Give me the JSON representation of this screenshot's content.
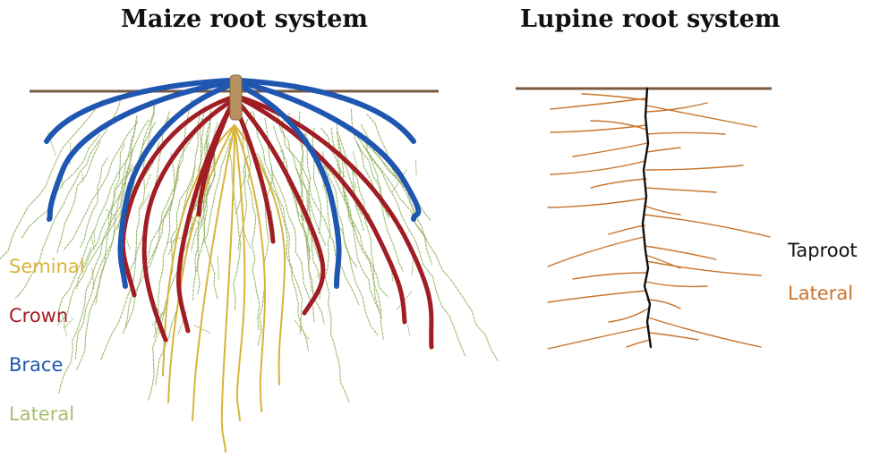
{
  "titles": {
    "maize": "Maize root system",
    "lupine": "Lupine root system"
  },
  "maize_legend": [
    {
      "label": "Seminal",
      "color": "#d8b43a"
    },
    {
      "label": "Crown",
      "color": "#a01d24"
    },
    {
      "label": "Brace",
      "color": "#1f56b0"
    },
    {
      "label": "Lateral",
      "color": "#a8bf6e"
    }
  ],
  "lupine_legend": [
    {
      "label": "Taproot",
      "color": "#111111"
    },
    {
      "label": "Lateral",
      "color": "#c8742c"
    }
  ],
  "colors": {
    "soil_line": "#7a5a40",
    "stem": "#b79260",
    "lateral_green": "#8fae5a"
  }
}
